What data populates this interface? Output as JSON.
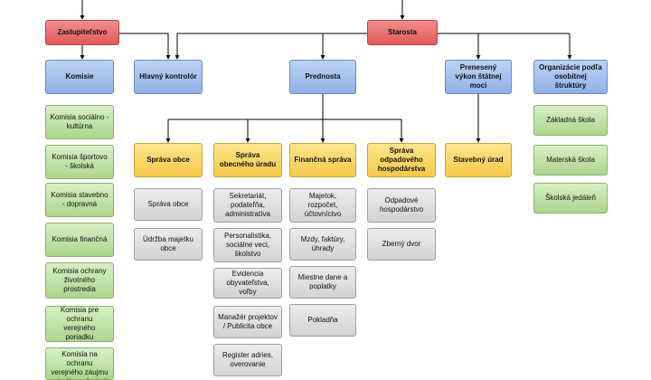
{
  "nodes": {
    "zastupitelstvo": "Zastupiteľstvo",
    "starosta": "Starosta",
    "komisie": "Komisie",
    "hlavny_kontrolor": "Hlavný kontrolór",
    "prednosta": "Prednosta",
    "preneseny_vykon": "Prenesený výkon štátnej moci",
    "organizacie": "Organizácie podľa osobitnej štruktúry",
    "sprava_obce": "Správa obce",
    "sprava_obecneho_uradu": "Správa obecného úradu",
    "financna_sprava": "Finančná správa",
    "sprava_odpadoveho": "Správa odpadového hospodárstva",
    "stavebny_urad": "Stavebný úrad",
    "zakladna_skola": "Základná škola",
    "materska_skola": "Materská škola",
    "skolska_jedalen": "Školská jedáleň",
    "komisia_socialno": "Komisia sociálno - kultúrna",
    "komisia_sportovo": "Komisia športovo - školská",
    "komisia_stavebno": "Komisia stavebno - dopravná",
    "komisia_financna": "Komisia finančná",
    "komisia_zivotne": "Komisia ochrany životného prostredia",
    "komisia_poriadok": "Komisia pre ochranu verejného poriadku",
    "komisia_zaujem": "Komisia na ochranu verejného záujmu pri výkone funkcií verejných",
    "so_sprava_obce": "Správa obce",
    "so_udrzba": "Údržba majetku obce",
    "sou_sekretariat": "Sekretariát, podateľňa, administratíva",
    "sou_personalistika": "Personalistika, sociálne veci, školstvo",
    "sou_evidencia": "Evidencia obyvateľstva, voľby",
    "sou_manazer": "Manažér projektov / Publicita obce",
    "sou_register": "Register adries, overovanie",
    "fs_majetok": "Majetok, rozpočet, účtovníctvo",
    "fs_mzdy": "Mzdy, faktúry, úhrady",
    "fs_miestne_dane": "Miestne dane a poplatky",
    "fs_pokladna": "Pokladňa",
    "odp_dvor_hosp": "Odpadové hospodárstvo",
    "odp_zberny_dvor": "Zberný dvor"
  },
  "colors": {
    "line": "#000000",
    "red": "#e25a5a",
    "blue": "#8fb0e6",
    "yellow": "#f7c948",
    "green": "#acd58d",
    "gray": "#d2d2d2"
  }
}
